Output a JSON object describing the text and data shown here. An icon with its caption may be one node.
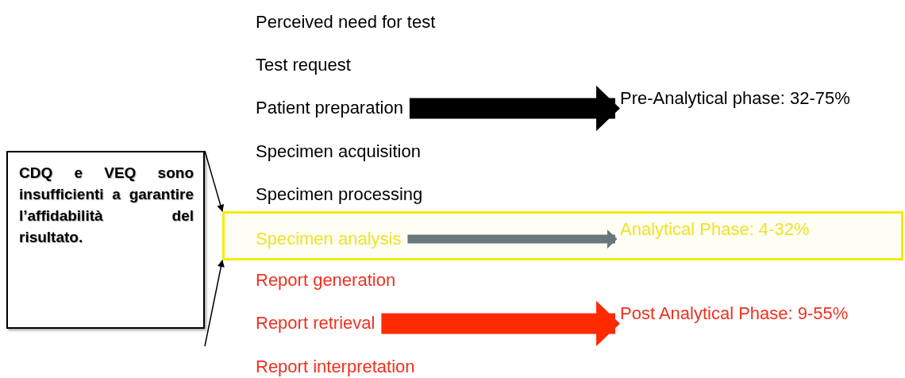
{
  "diagram": {
    "nodes": [
      {
        "text": [
          "Perceived need for test"
        ]
      },
      {
        "text": [
          "Test request"
        ]
      },
      {
        "text": [
          "Patient preparation"
        ]
      },
      {
        "text": [
          "Specimen acquisition"
        ]
      },
      {
        "text": [
          "Specimen processing"
        ]
      },
      {
        "text": [
          "Pre-Analytical phase: 32-75%"
        ]
      },
      {
        "text": [
          "CDQ e VEQ sono insufficienti a garantire l’affidabilità del risultato."
        ]
      },
      {
        "text": [],
        "shape": "box"
      },
      {
        "text": [
          "Specimen analysis"
        ],
        "in": 7
      },
      {
        "text": [
          "Analytical Phase: 4-32%"
        ],
        "in": 7
      },
      {
        "text": [
          "Report generation"
        ]
      },
      {
        "text": [
          "Report retrieval"
        ]
      },
      {
        "text": [
          "Post Analytical Phase: 9-55%"
        ]
      },
      {
        "text": [
          "Report interpretation"
        ]
      }
    ],
    "edges": [
      {
        "from": 2,
        "to": 5,
        "arrow": "to",
        "style": "thick"
      },
      {
        "from": 8,
        "to": 9,
        "arrow": "to",
        "color": "#68777a"
      },
      {
        "from": 11,
        "to": 12,
        "arrow": "to",
        "style": "thick",
        "color": "#ff2a00"
      },
      {
        "from": 6,
        "to": 7,
        "arrow": "to"
      },
      {
        "from": null,
        "to": 7,
        "arrow": "to"
      }
    ]
  }
}
